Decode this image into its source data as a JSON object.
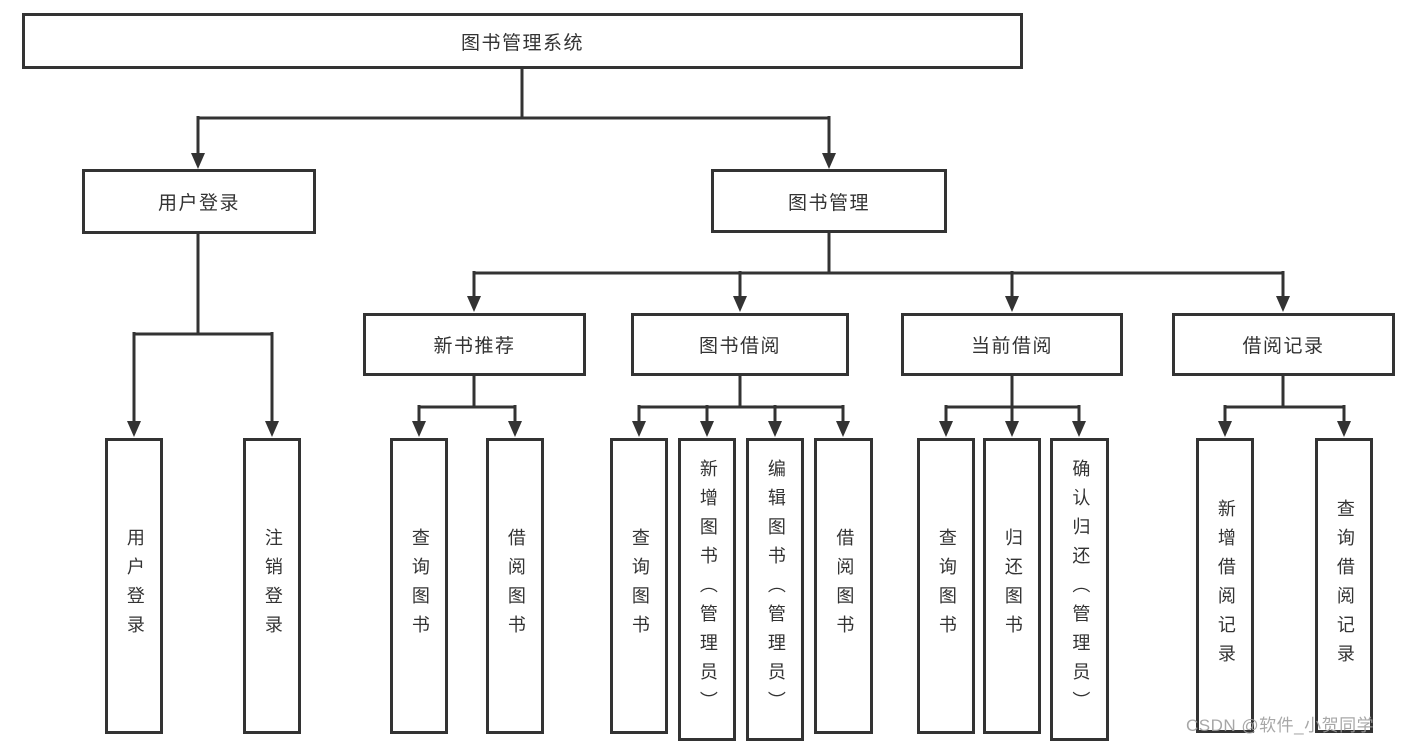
{
  "diagram_title": "图书管理系统",
  "watermark": "CSDN @软件_小贺同学",
  "colors": {
    "line": "#333333",
    "box_border": "#333333",
    "box_fill": "#ffffff",
    "text": "#333333",
    "watermark": "#9e9e9e"
  },
  "tree": {
    "label": "图书管理系统",
    "children": [
      {
        "label": "用户登录",
        "children": [
          {
            "label": "用户登录"
          },
          {
            "label": "注销登录"
          }
        ]
      },
      {
        "label": "图书管理",
        "children": [
          {
            "label": "新书推荐",
            "children": [
              {
                "label": "查询图书"
              },
              {
                "label": "借阅图书"
              }
            ]
          },
          {
            "label": "图书借阅",
            "children": [
              {
                "label": "查询图书"
              },
              {
                "label": "新增图书（管理员）"
              },
              {
                "label": "编辑图书（管理员）"
              },
              {
                "label": "借阅图书"
              }
            ]
          },
          {
            "label": "当前借阅",
            "children": [
              {
                "label": "查询图书"
              },
              {
                "label": "归还图书"
              },
              {
                "label": "确认归还（管理员）"
              }
            ]
          },
          {
            "label": "借阅记录",
            "children": [
              {
                "label": "新增借阅记录"
              },
              {
                "label": "查询借阅记录"
              }
            ]
          }
        ]
      }
    ]
  }
}
